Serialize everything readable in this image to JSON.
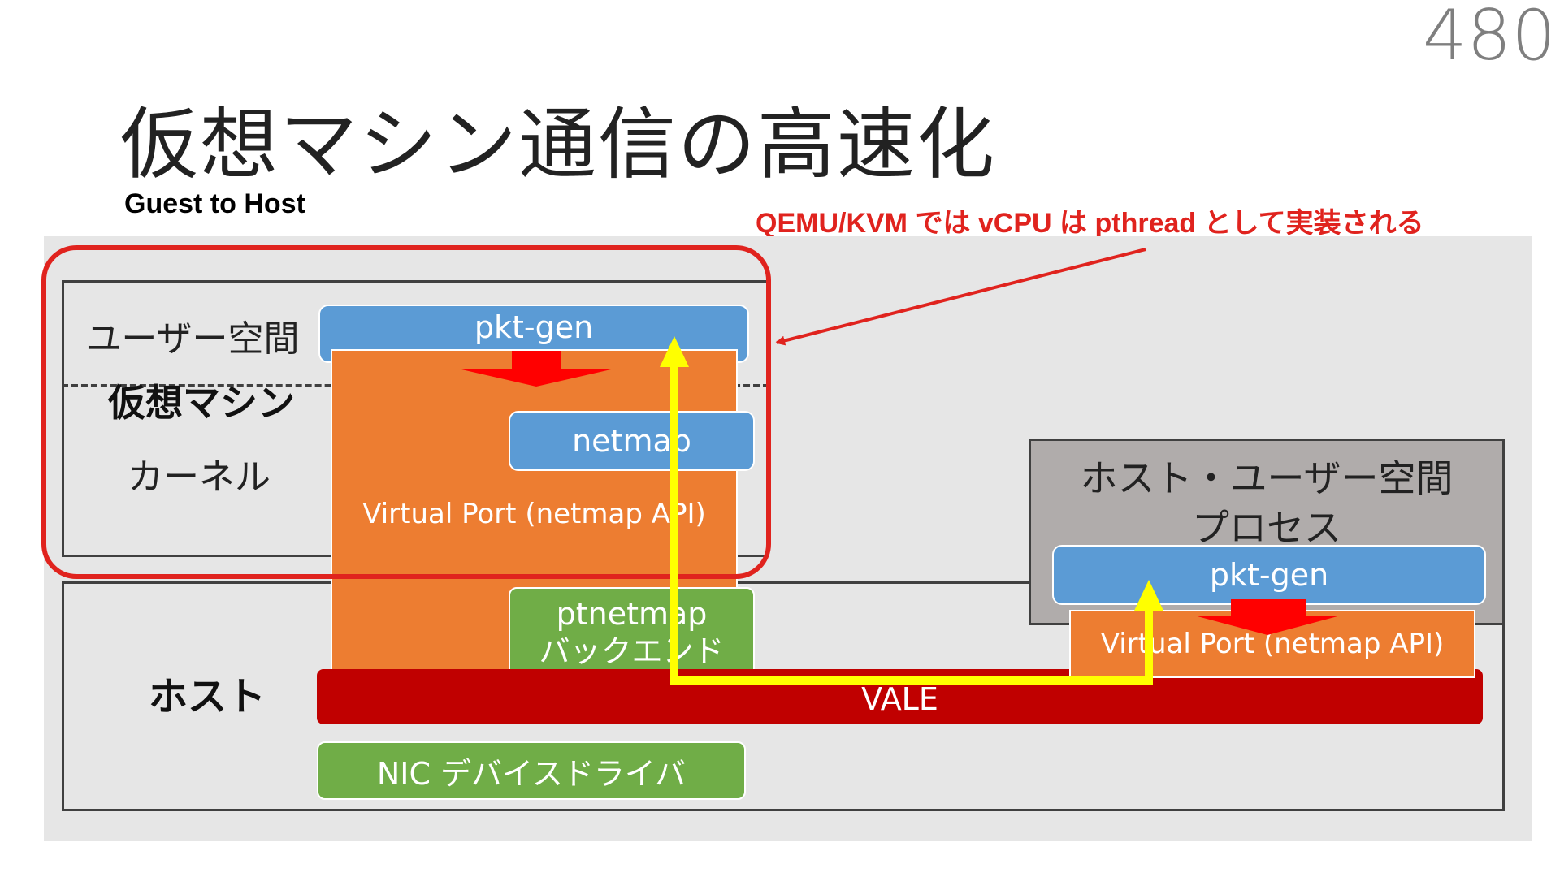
{
  "page_number": "480",
  "title": "仮想マシン通信の高速化",
  "subtitle": "Guest to Host",
  "annotation": "QEMU/KVM では vCPU は pthread として実装される",
  "labels": {
    "user_space": "ユーザー空間",
    "virtual_machine": "仮想マシン",
    "kernel": "カーネル",
    "host": "ホスト",
    "host_user_space_line1": "ホスト・ユーザー空間",
    "host_user_space_line2": "プロセス"
  },
  "blocks": {
    "guest_pkt_gen": "pkt-gen",
    "guest_netmap": "netmap",
    "guest_virtual_port": "Virtual Port (netmap API)",
    "ptnetmap_line1": "ptnetmap",
    "ptnetmap_line2": "バックエンド",
    "vale": "VALE",
    "nic_driver": "NIC デバイスドライバ",
    "host_pkt_gen": "pkt-gen",
    "host_virtual_port": "Virtual Port (netmap API)"
  },
  "colors": {
    "blue": "#5b9bd5",
    "orange": "#ed7d31",
    "green": "#70ad47",
    "dark_red": "#c00000",
    "annotation_red": "#e0231e",
    "path_yellow": "#ffff00",
    "panel_gray": "#e6e6e6",
    "host_process_gray": "#b0acab"
  }
}
